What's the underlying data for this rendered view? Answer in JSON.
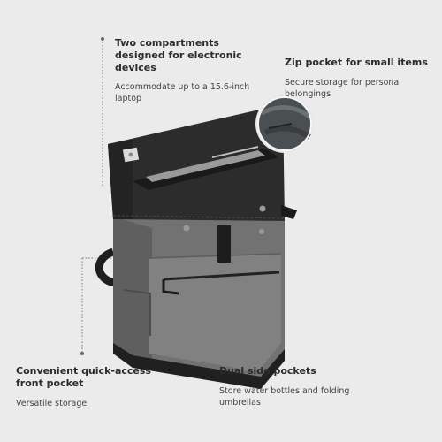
{
  "callouts": {
    "compartments": {
      "title": "Two compartments designed for electronic devices",
      "description": "Accommodate up to a 15.6-inch laptop"
    },
    "zip_pocket": {
      "title": "Zip pocket for small items",
      "description": "Secure storage for personal belongings"
    },
    "front_pocket": {
      "title": "Convenient quick-access front pocket",
      "description": "Versatile storage"
    },
    "side_pockets": {
      "title": "Dual side pockets",
      "description": "Store water bottles and folding umbrellas"
    }
  },
  "colors": {
    "background": "#ebebeb",
    "bag_body": "#6e6e6e",
    "bag_dark": "#2a2a2a",
    "text": "#2b2b2b"
  },
  "icons": [
    "backpack-illustration",
    "zip-pocket-magnifier"
  ]
}
